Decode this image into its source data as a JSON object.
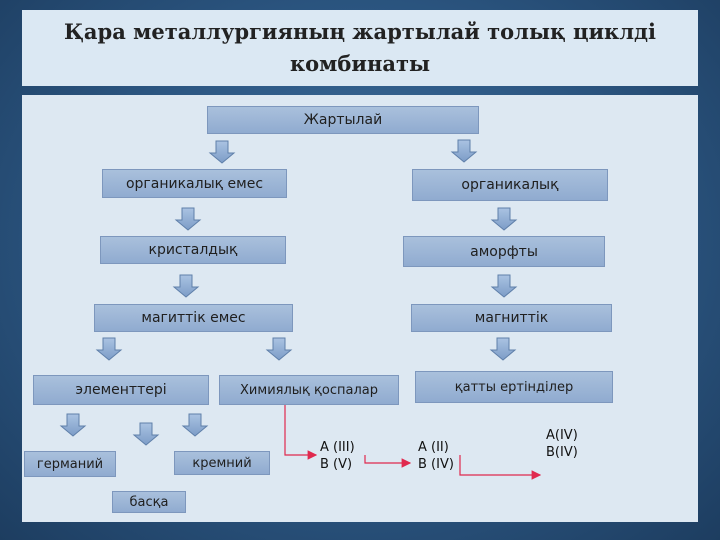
{
  "title": "Қара металлургияның жартылай толық циклді комбинаты",
  "diagram": {
    "root": "Жартылай",
    "left_col": {
      "level1": "органикалық емес",
      "level2": "кристалдық",
      "level3": "магиттік емес"
    },
    "right_col": {
      "level1": "органикалық",
      "level2": "аморфты",
      "level3": "магниттік",
      "level4": "қатты ертінділер"
    },
    "row4": {
      "elements": "элементтері",
      "compounds": "Химиялық қоспалар"
    },
    "leaves": {
      "germanium": "германий",
      "silicon": "кремний",
      "other": "басқа"
    },
    "formulas": {
      "f1_line1": "A (III)",
      "f1_line2": "B (V)",
      "f2_line1": "A (II)",
      "f2_line2": "B (IV)",
      "f3_line1": "A(IV)",
      "f3_line2": "B(IV)"
    },
    "colors": {
      "box_fill": "#9db6d6",
      "box_border": "#7d97bd",
      "panel": "#dde8f2",
      "connector": "#e0294e"
    }
  }
}
